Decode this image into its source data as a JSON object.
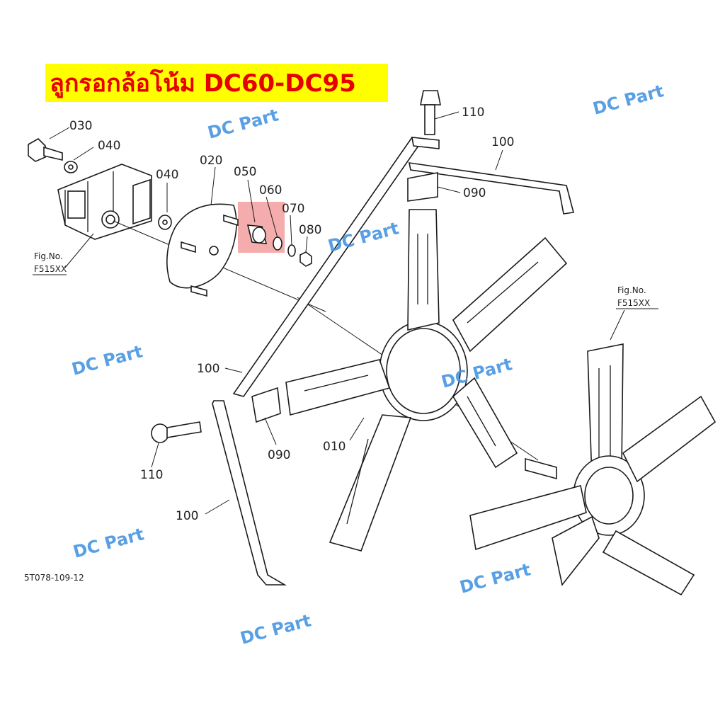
{
  "title": "ลูกรอกล้อโน้ม DC60-DC95",
  "colors": {
    "title_bg": "#ffff00",
    "title_text": "#e60000",
    "highlight": "#f08080",
    "watermark": "#3d8fe0"
  },
  "part_labels": {
    "p030": "030",
    "p040a": "040",
    "p040b": "040",
    "p020": "020",
    "p050": "050",
    "p060": "060",
    "p070": "070",
    "p080": "080",
    "p110a": "110",
    "p100a": "100",
    "p090a": "090",
    "p100b": "100",
    "p090b": "090",
    "p010": "010",
    "p110b": "110",
    "p100c": "100"
  },
  "fig_refs": {
    "left": {
      "line1": "Fig.No.",
      "line2": "F515XX"
    },
    "right": {
      "line1": "Fig.No.",
      "line2": "F515XX"
    }
  },
  "drawing_number": "5T078-109-12",
  "watermark_text": "DC Part"
}
